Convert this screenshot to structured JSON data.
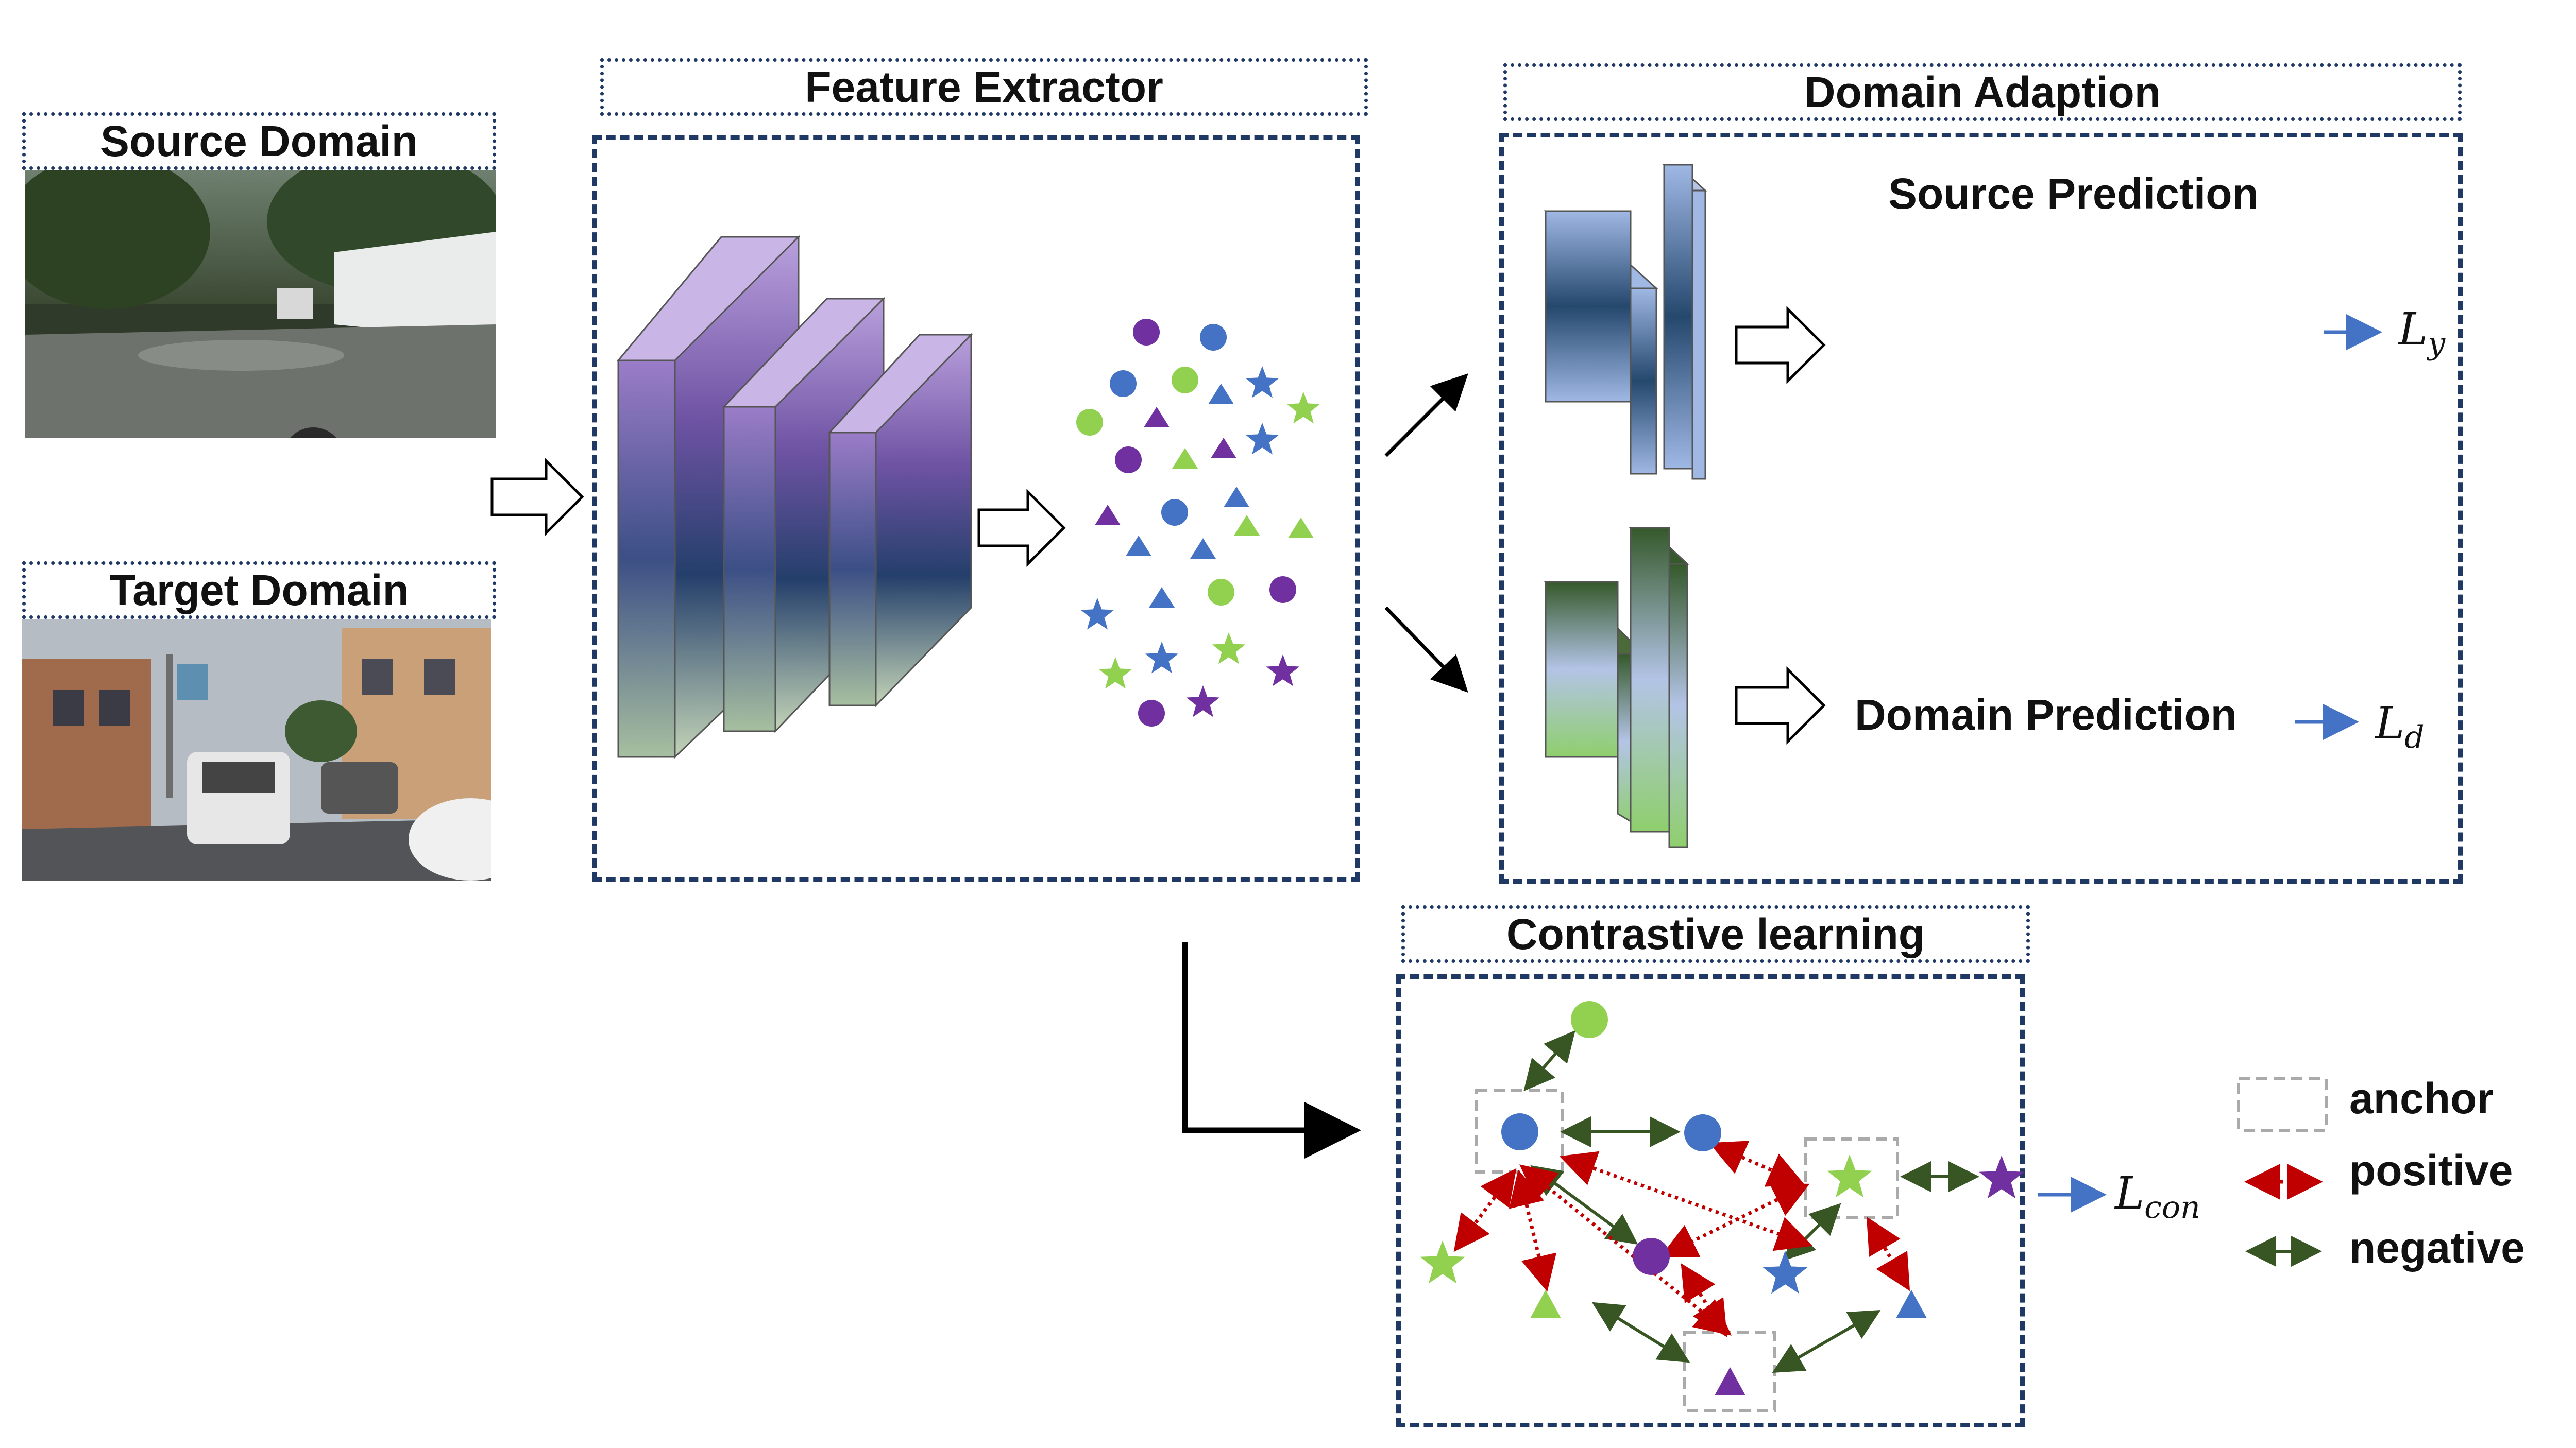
{
  "labels": {
    "source_domain": "Source Domain",
    "target_domain": "Target Domain",
    "feature_extractor": "Feature Extractor",
    "domain_adaption": "Domain Adaption",
    "source_prediction": "Source Prediction",
    "domain_prediction": "Domain Prediction",
    "contrastive_learning": "Contrastive learning"
  },
  "losses": {
    "ly_main": "L",
    "ly_sub": "y",
    "ld_main": "L",
    "ld_sub": "d",
    "lcon_main": "L",
    "lcon_sub": "con"
  },
  "legend": {
    "anchor": "anchor",
    "positive": "positive",
    "negative": "negative"
  },
  "colors": {
    "panel_border": "#1f3864",
    "circle_blue": "#4472c4",
    "circle_green": "#92d050",
    "circle_purple": "#7030a0",
    "positive_arrow": "#c00000",
    "negative_arrow": "#375623",
    "loss_arrow": "#4472c4"
  },
  "icons": [
    "source-street-photo",
    "target-street-photo",
    "segmentation-map",
    "circle-icon",
    "triangle-icon",
    "star-icon"
  ]
}
